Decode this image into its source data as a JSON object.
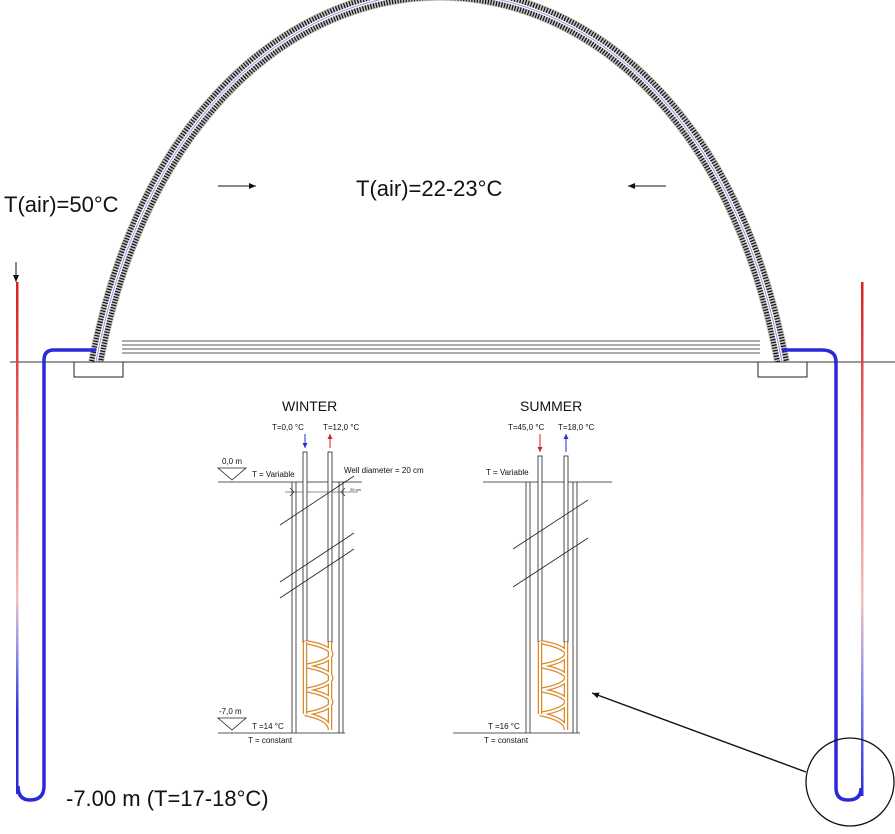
{
  "colors": {
    "pipe_blue": "#2a2ad8",
    "pipe_red": "#d61f1f",
    "coil_orange": "#d98a2b",
    "line": "#222222"
  },
  "labels": {
    "air_outside": "T(air)=50°C",
    "air_inside": "T(air)=22-23°C",
    "depth_bottom": "-7.00 m (T=17-18°C)"
  },
  "winter": {
    "title": "WINTER",
    "pipe_in_temp": "T=0,0 °C",
    "pipe_out_temp": "T=12,0 °C",
    "surface_level": "0,0 m",
    "surface_temp": "T = Variable",
    "well_diameter": "Well diameter = 20 cm",
    "dimension": "20 cm",
    "bottom_level": "-7,0 m",
    "bottom_temp": "T =14 °C",
    "bottom_note": "T = constant"
  },
  "summer": {
    "title": "SUMMER",
    "pipe_in_temp": "T=45,0 °C",
    "pipe_out_temp": "T=18,0 °C",
    "surface_temp": "T = Variable",
    "bottom_temp": "T =16 °C",
    "bottom_note": "T = constant"
  }
}
